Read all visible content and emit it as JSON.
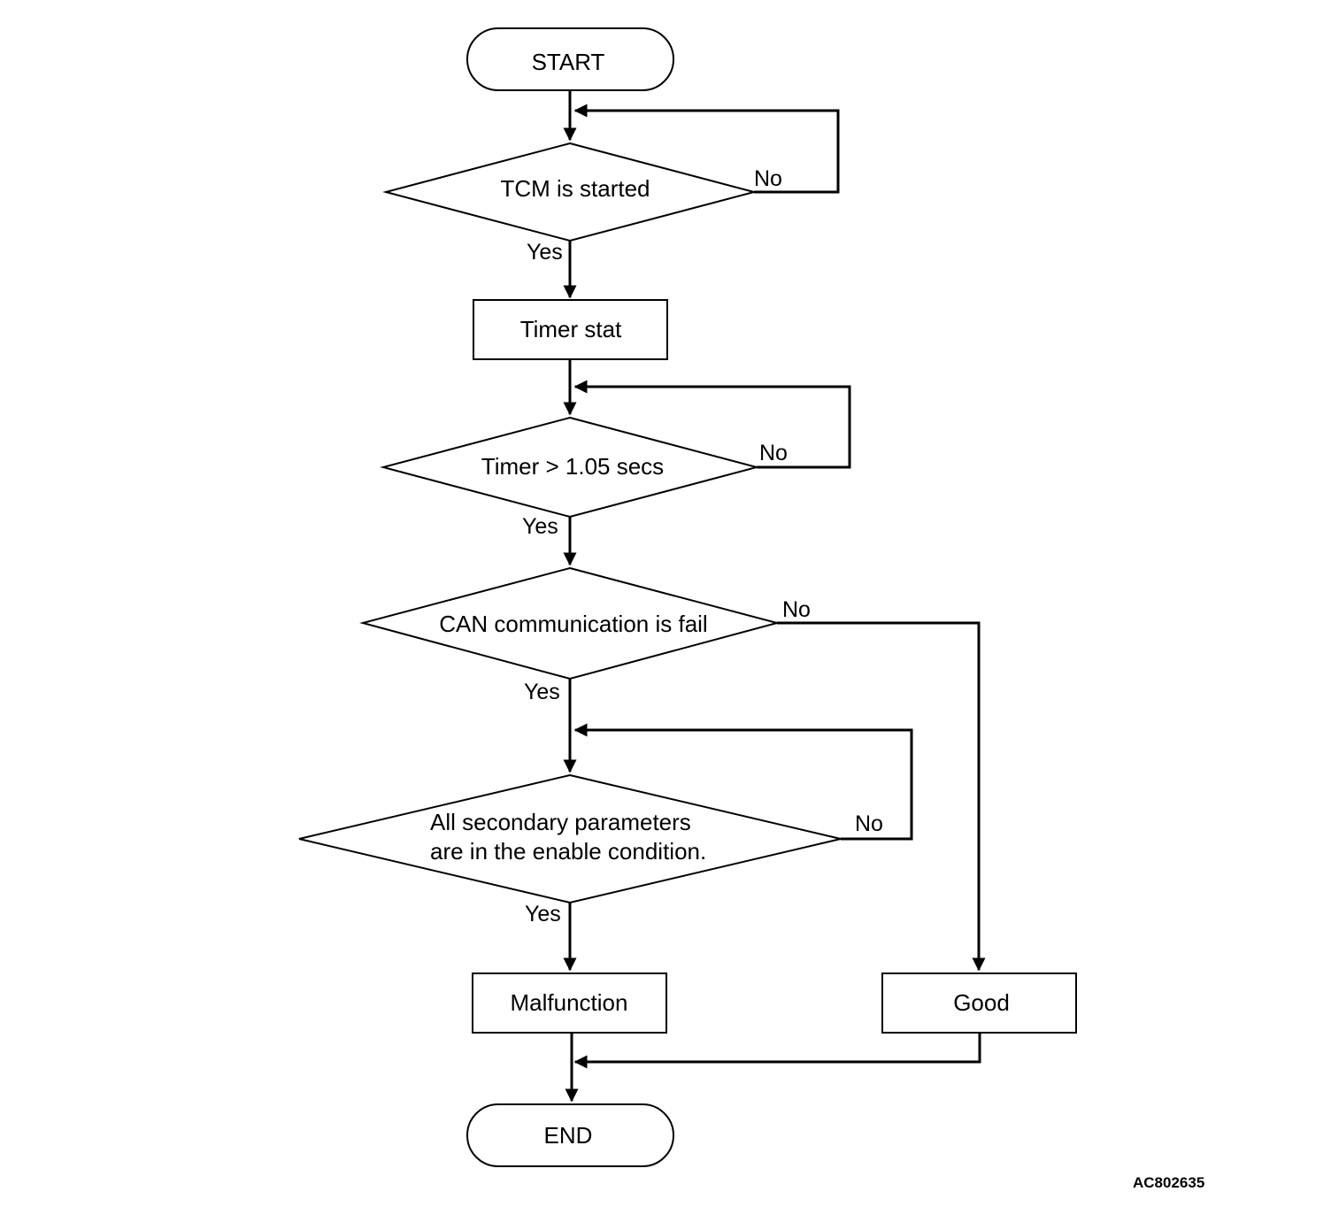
{
  "nodes": {
    "start": "START",
    "tcm_started": "TCM is started",
    "timer_start": "Timer stat",
    "timer_check": "Timer > 1.05 secs",
    "can_fail": "CAN communication is fail",
    "secondary_line1": "All secondary parameters",
    "secondary_line2": "are in the enable condition.",
    "malfunction": "Malfunction",
    "good": "Good",
    "end": "END"
  },
  "branches": {
    "tcm_yes": "Yes",
    "tcm_no": "No",
    "timer_yes": "Yes",
    "timer_no": "No",
    "can_yes": "Yes",
    "can_no": "No",
    "secondary_yes": "Yes",
    "secondary_no": "No"
  },
  "figure_code": "AC802635"
}
